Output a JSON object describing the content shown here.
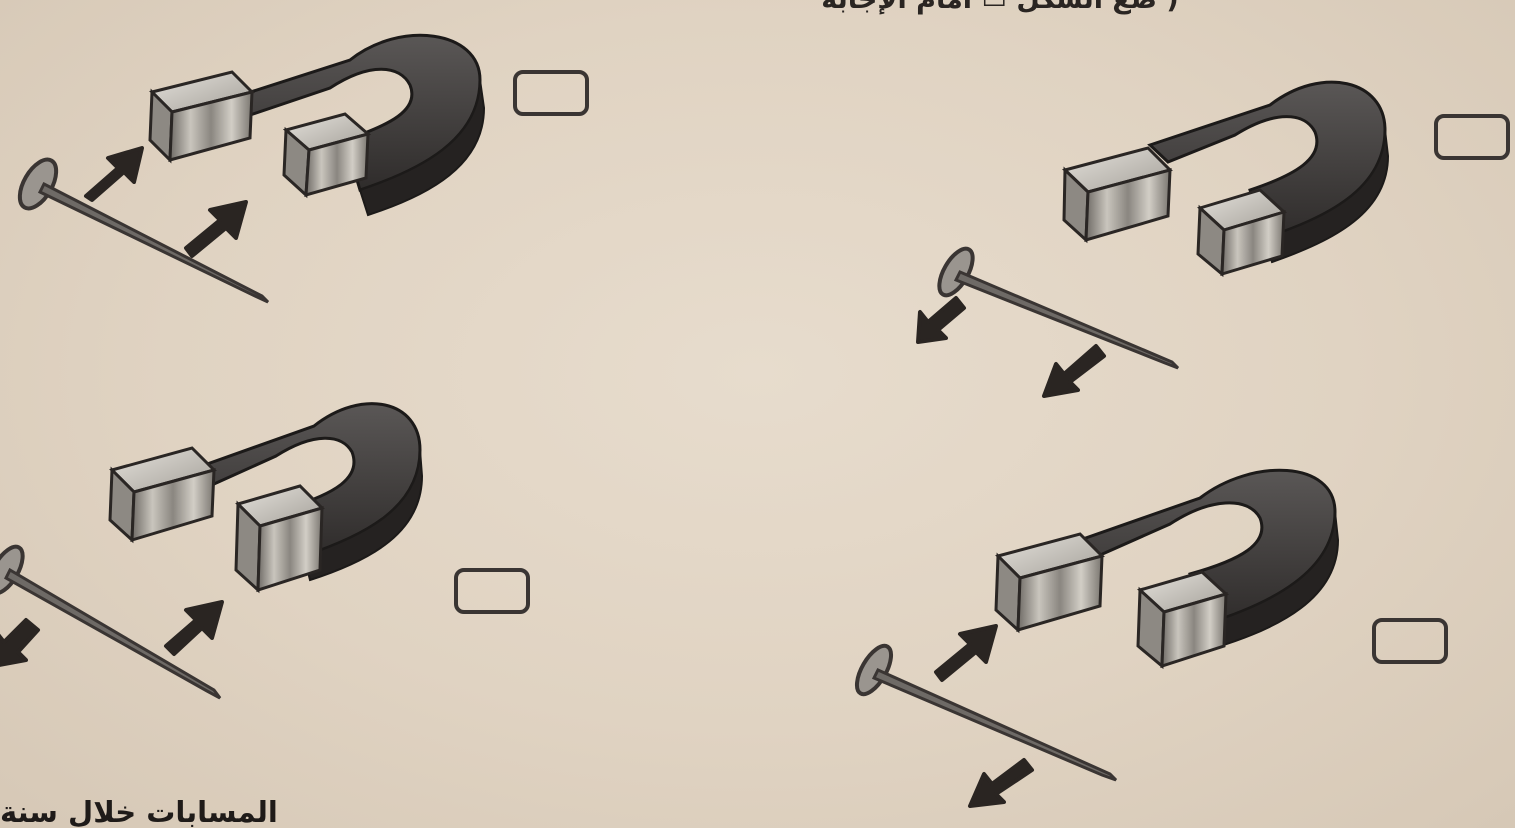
{
  "header": {
    "instruction_partial": "( ضع الشكل ▭ امام الإجابة"
  },
  "footer": {
    "text_partial": "المسابات خلال سنة"
  },
  "options": [
    {
      "id": "top-left",
      "icons": [
        "horseshoe-magnet-icon",
        "nail-icon",
        "arrow-toward-magnet-icon",
        "arrow-toward-magnet-icon"
      ],
      "arrow_direction": "toward-magnet",
      "answer_box": {
        "checked": false
      }
    },
    {
      "id": "top-right",
      "icons": [
        "horseshoe-magnet-icon",
        "nail-icon",
        "arrow-away-from-magnet-icon",
        "arrow-away-from-magnet-icon"
      ],
      "arrow_direction": "away-from-magnet",
      "answer_box": {
        "checked": false
      }
    },
    {
      "id": "bottom-left",
      "icons": [
        "horseshoe-magnet-icon",
        "nail-icon",
        "arrow-away-from-magnet-icon",
        "arrow-toward-magnet-icon"
      ],
      "arrow_direction": "mixed",
      "answer_box": {
        "checked": false
      }
    },
    {
      "id": "bottom-right",
      "icons": [
        "horseshoe-magnet-icon",
        "nail-icon",
        "arrow-toward-magnet-icon",
        "arrow-away-from-magnet-icon"
      ],
      "arrow_direction": "mixed",
      "answer_box": {
        "checked": false
      }
    }
  ],
  "colors": {
    "paper": "#e3d7c7",
    "ink": "#2a2522",
    "magnet_body": "#3f3c3b",
    "pole_face": "#b9b4ac"
  }
}
